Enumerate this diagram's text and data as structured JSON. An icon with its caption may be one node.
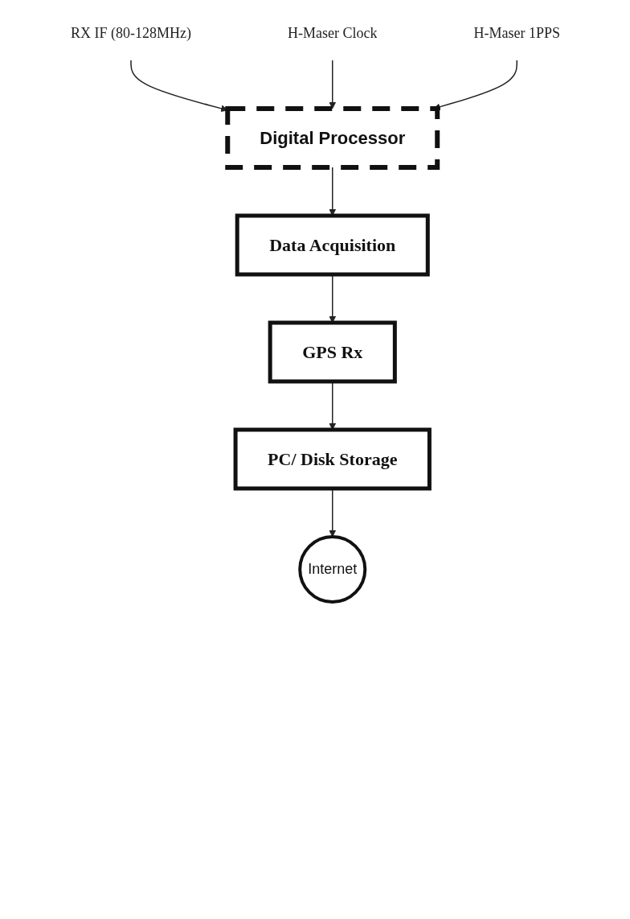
{
  "diagram": {
    "nodes": [
      {
        "text": [
          "RX IF (80-128MHz)"
        ]
      },
      {
        "text": [
          "H-Maser Clock"
        ]
      },
      {
        "text": [
          "H-Maser 1PPS"
        ]
      },
      {
        "text": [
          "Digital Processor"
        ]
      },
      {
        "text": [
          "Data Acquisition"
        ]
      },
      {
        "text": [
          "GPS Rx"
        ]
      },
      {
        "text": [
          "PC/ Disk Storage"
        ]
      },
      {
        "text": [
          "Internet"
        ]
      }
    ],
    "edges": [
      {
        "from": 0,
        "to": 3,
        "arrow": "to"
      },
      {
        "from": 1,
        "to": 3,
        "arrow": "to"
      },
      {
        "from": 2,
        "to": 3,
        "arrow": "to"
      },
      {
        "from": 3,
        "to": 4,
        "arrow": "to"
      },
      {
        "from": 4,
        "to": 5,
        "arrow": "to"
      },
      {
        "from": 5,
        "to": 6,
        "arrow": "to"
      },
      {
        "from": 6,
        "to": 7,
        "arrow": "to"
      }
    ]
  }
}
